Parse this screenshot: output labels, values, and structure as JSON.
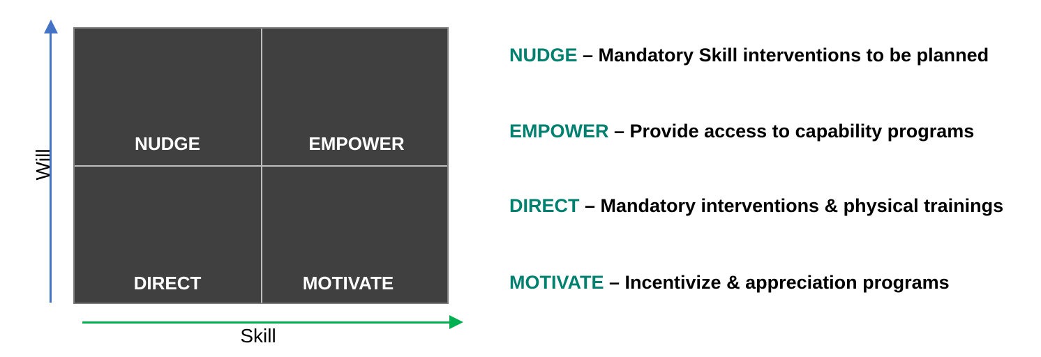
{
  "axes": {
    "y_label": "Will",
    "x_label": "Skill",
    "y_color": "#4472c4",
    "x_color": "#00b050"
  },
  "quadrants": {
    "top_left": "NUDGE",
    "top_right": "EMPOWER",
    "bottom_left": "DIRECT",
    "bottom_right": "MOTIVATE"
  },
  "legend": [
    {
      "key": "NUDGE",
      "separator": " – ",
      "description": "Mandatory Skill interventions to be planned"
    },
    {
      "key": "EMPOWER",
      "separator": " – ",
      "description": "Provide access to capability programs"
    },
    {
      "key": "DIRECT",
      "separator": " – ",
      "description": "Mandatory interventions & physical trainings"
    },
    {
      "key": "MOTIVATE",
      "separator": " – ",
      "description": "Incentivize & appreciation programs"
    }
  ],
  "colors": {
    "grid_fill": "#404040",
    "legend_key": "#00806e"
  }
}
